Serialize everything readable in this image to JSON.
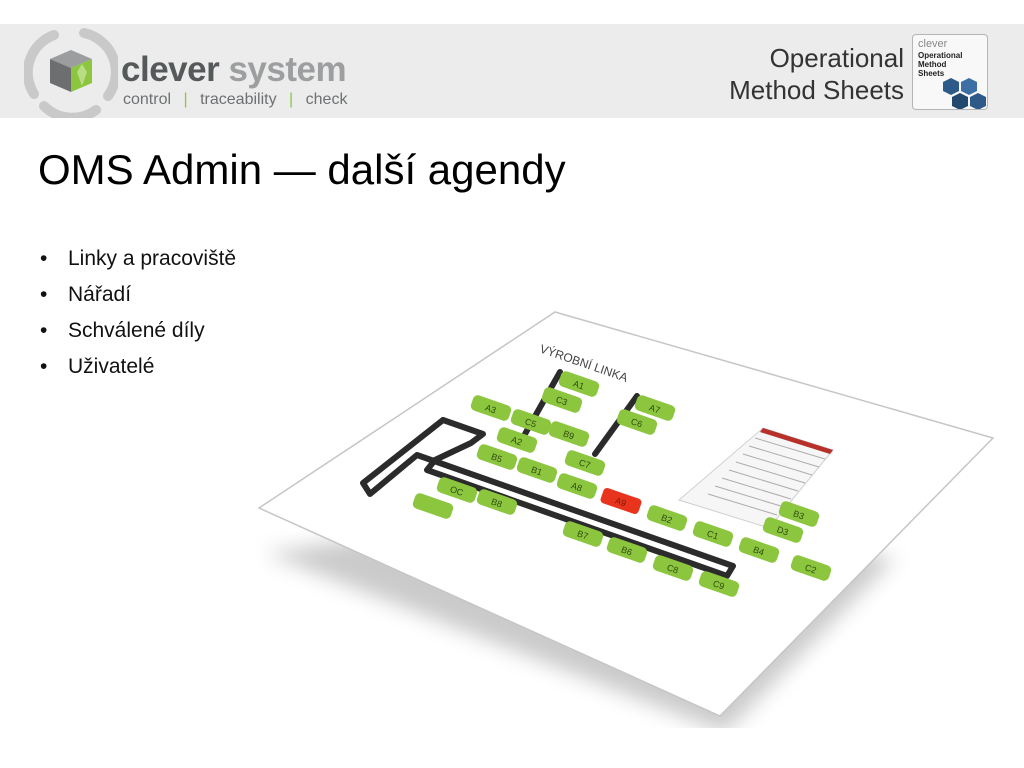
{
  "header": {
    "brand_name_part1": "clever",
    "brand_name_part2": "system",
    "tagline": [
      "control",
      "traceability",
      "check"
    ],
    "tagline_separator": "|",
    "product_title_line1": "Operational",
    "product_title_line2": "Method Sheets",
    "badge_brand": "clever",
    "badge_text": [
      "Operational",
      "Method",
      "Sheets"
    ]
  },
  "slide": {
    "title": "OMS Admin — další agendy",
    "bullet_glyph": "•",
    "bullets": [
      "Linky a pracoviště",
      "Nářadí",
      "Schválené díly",
      "Uživatelé"
    ]
  },
  "illustration": {
    "heading": "VÝROBNÍ LINKA",
    "stations_green": [
      "A1",
      "C3",
      "A7",
      "C6",
      "A3",
      "C5",
      "B9",
      "A2",
      "B5",
      "B1",
      "C7",
      "A8",
      "OC",
      "B8",
      "B2",
      "C1",
      "B3",
      "D3",
      "B7",
      "B6",
      "C8",
      "C9",
      "B4",
      "C2"
    ],
    "stations_red": [
      "A9"
    ],
    "colors": {
      "station": "#8cc63f",
      "station_alert": "#e8341c",
      "track": "#2b2b2b",
      "accent": "#8cc63f",
      "badge_blue": "#2e5a8a"
    }
  }
}
